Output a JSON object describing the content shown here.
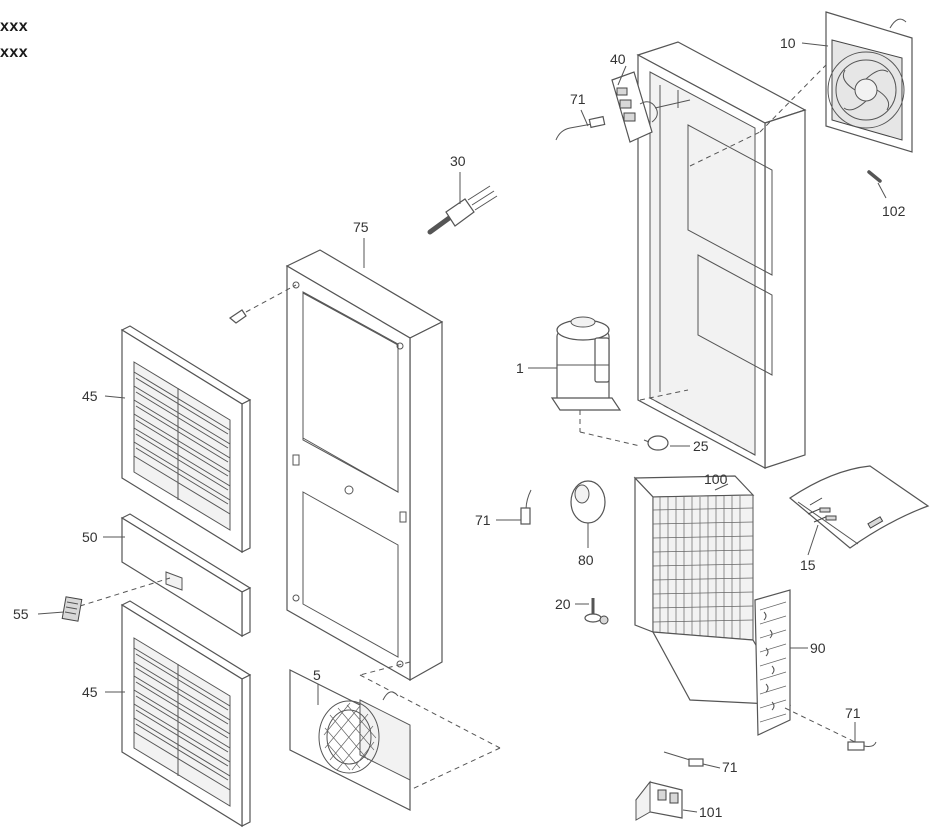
{
  "header": {
    "line1": "xxx",
    "line2": "xxx"
  },
  "callouts": {
    "c10": "10",
    "c40": "40",
    "c71a": "71",
    "c30": "30",
    "c102": "102",
    "c75": "75",
    "c1": "1",
    "c45a": "45",
    "c25": "25",
    "c100": "100",
    "c71b": "71",
    "c80": "80",
    "c15": "15",
    "c50": "50",
    "c20": "20",
    "c55": "55",
    "c90": "90",
    "c5": "5",
    "c45b": "45",
    "c71c": "71",
    "c71d": "71",
    "c101": "101"
  }
}
